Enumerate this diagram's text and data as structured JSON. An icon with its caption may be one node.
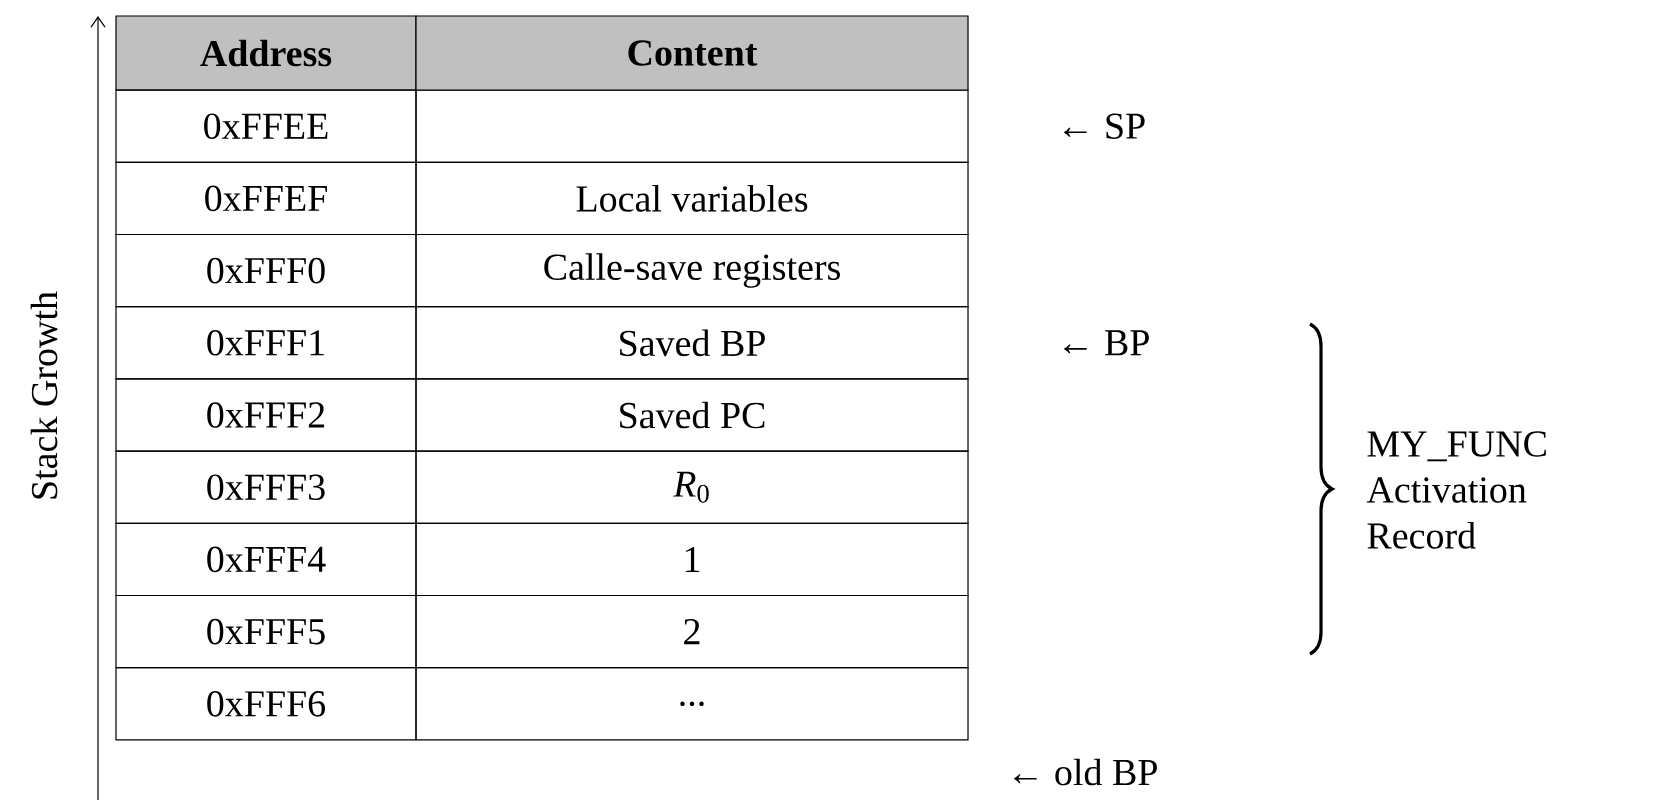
{
  "diagram": {
    "labels": [
      "Address",
      "Content",
      "0xFFEE",
      "← SP",
      "0xFFEF",
      "Local variables",
      "0xFFF0",
      "Calle-save registers",
      "0xFFF1",
      "Saved BP",
      "← BP",
      "0xFFF2",
      "Saved PC",
      "MY_FUNC Activation Record",
      "0xFFF3",
      "*R*$_{0}$",
      "0xFFF4",
      "1",
      "0xFFF5",
      "2",
      "0xFFF6",
      "...",
      "← old BP",
      "Stack Growth"
    ]
  }
}
